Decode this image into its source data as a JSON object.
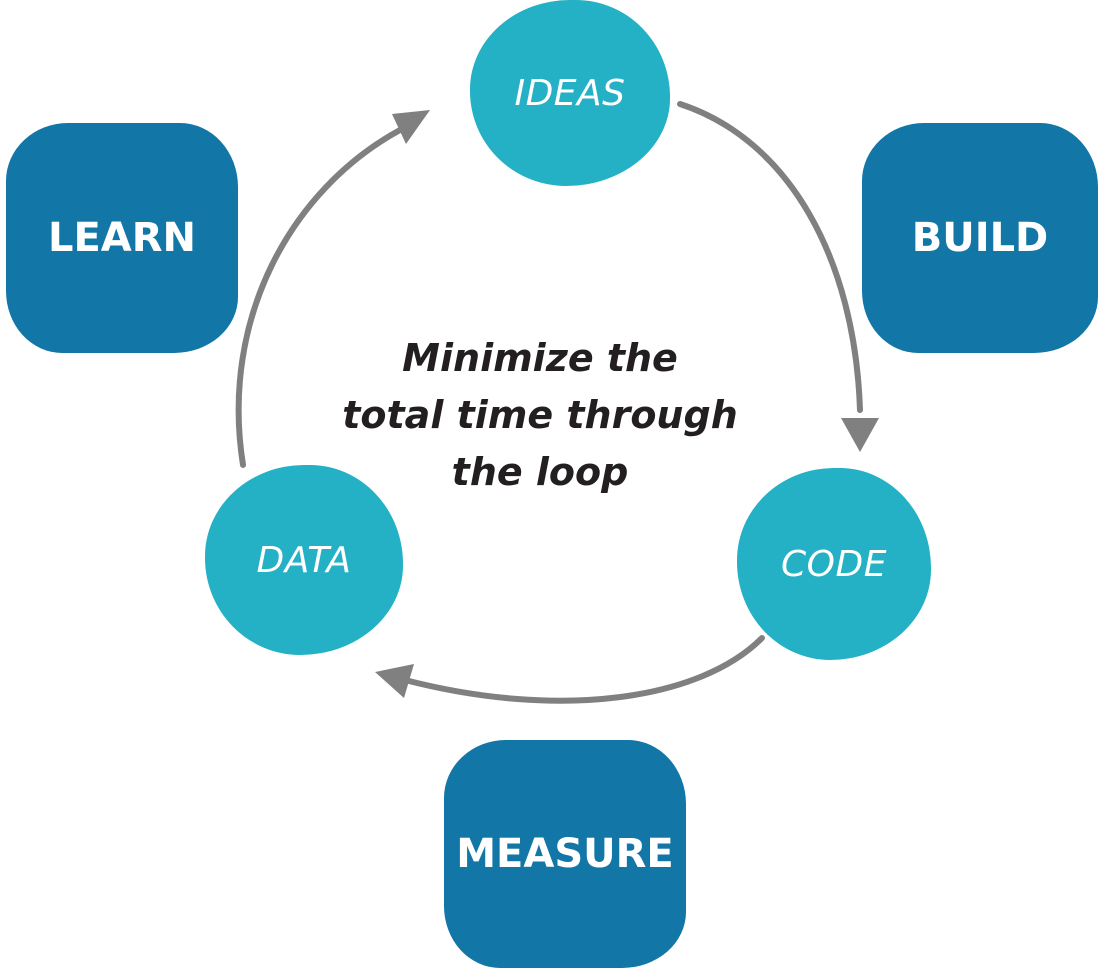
{
  "stages": {
    "learn": "LEARN",
    "build": "BUILD",
    "measure": "MEASURE"
  },
  "artifacts": {
    "ideas": "IDEAS",
    "code": "CODE",
    "data": "DATA"
  },
  "center": {
    "line1": "Minimize the",
    "line2": "total time through",
    "line3": "the loop"
  },
  "colors": {
    "circle": "#24b1c5",
    "square": "#1276a6",
    "arrow": "#808080",
    "text": "#231f20"
  }
}
